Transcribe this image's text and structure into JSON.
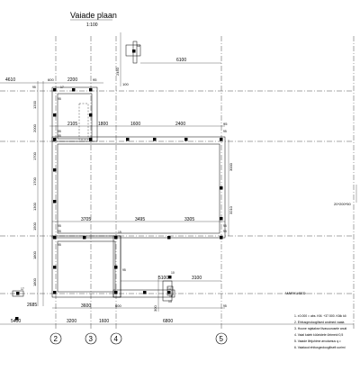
{
  "title": "Vaiade plaan",
  "scale": "1:100",
  "axes": [
    "2",
    "3",
    "4",
    "5"
  ],
  "dims_bottom": [
    "5400",
    "3200",
    "1600",
    "6800"
  ],
  "dims_top_row1": [
    "4610",
    "600",
    "2200",
    "95"
  ],
  "dims_top_row2": [
    "2105",
    "1800",
    "1600",
    "2400",
    "95"
  ],
  "dims_mid": [
    "3705",
    "3495",
    "3305"
  ],
  "dims_lower": [
    "3600",
    "600",
    "3100"
  ],
  "dims_bottom_row": [
    "2685",
    "2400",
    "95"
  ],
  "dims_left": [
    "1200",
    "2000",
    "1700",
    "1700",
    "1300",
    "1500",
    "1800",
    "1800"
  ],
  "dims_right": [
    "3000",
    "3210"
  ],
  "dims_top_right": [
    "6100",
    "2450",
    "100"
  ],
  "dims_lower_right": [
    "5100",
    "300"
  ],
  "small_labels": [
    "95",
    "95",
    "95",
    "95",
    "95",
    "95",
    "95",
    "95",
    "95",
    "95",
    "95",
    "95"
  ],
  "node_labels": [
    "17",
    "12",
    "19",
    "10",
    "14",
    "17",
    "18",
    "13"
  ],
  "section_label": "20*200*50",
  "notes": {
    "heading": "MÄRKUSED:",
    "items": [
      "1.   ±0.000 = abs. KM. +37.500. Kõik kõ",
      "2.   Ehitusgeoloogilised andmed vaata",
      "3.   Hoone rajatakse liivasuurusele anuti",
      "4.   Vaial kaleb küünidele ühtmeid 0,5",
      "5.   Vaiade lihtjuhime arvutamus q.=",
      "6.   Vaialaud ehitusgeoloogiliselt uurimi"
    ]
  }
}
